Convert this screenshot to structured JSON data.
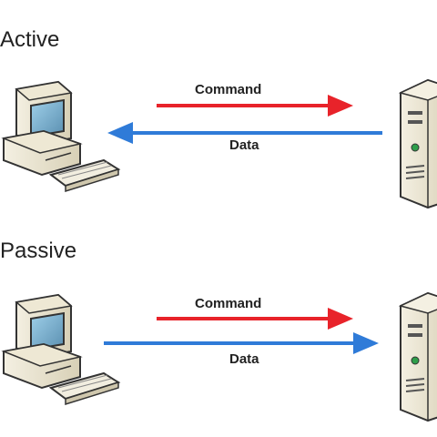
{
  "sections": [
    {
      "title": "Active",
      "command_label": "Command",
      "data_label": "Data",
      "data_direction": "server-to-client"
    },
    {
      "title": "Passive",
      "command_label": "Command",
      "data_label": "Data",
      "data_direction": "client-to-server"
    }
  ],
  "icons": {
    "client": "computer-icon",
    "server": "server-icon"
  },
  "colors": {
    "command": "#e8232a",
    "data": "#2f7bd8"
  }
}
